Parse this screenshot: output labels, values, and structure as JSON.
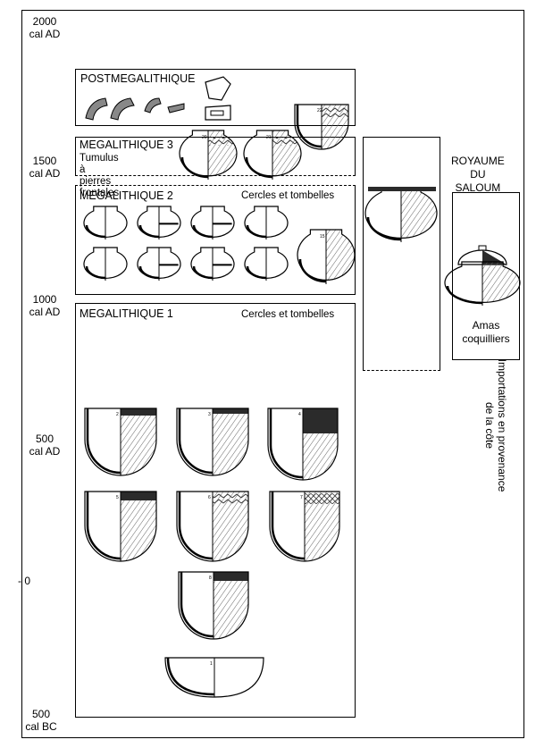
{
  "time_axis": {
    "ad2000": [
      "2000",
      "cal AD"
    ],
    "ad1500": [
      "1500",
      "cal AD"
    ],
    "ad1000": [
      "1000",
      "cal AD"
    ],
    "ad500": [
      "500",
      "cal AD"
    ],
    "zero": "- 0",
    "bc500": [
      "500",
      "cal BC"
    ]
  },
  "phases": {
    "postmegalithique": {
      "title": "POSTMEGALITHIQUE"
    },
    "megalithique3": {
      "title": "MEGALITHIQUE 3",
      "subtitle_lines": [
        "Tumulus à pierres",
        "frontales"
      ]
    },
    "megalithique2": {
      "title": "MEGALITHIQUE 2",
      "subtitle": "Cercles et tombelles"
    },
    "megalithique1": {
      "title": "MEGALITHIQUE 1",
      "subtitle": "Cercles et tombelles"
    },
    "royaume": {
      "lines": [
        "ROYAUME",
        "DU SALOUM"
      ]
    },
    "amas": {
      "lines": [
        "Amas",
        "coquilliers"
      ]
    },
    "importations": {
      "lines": [
        "Importations en provenance",
        "de la côte"
      ]
    }
  },
  "vessel_numbers": {
    "m1": [
      "1",
      "2",
      "3",
      "4",
      "5",
      "6",
      "7",
      "8"
    ],
    "m3": [
      "20",
      "21",
      "22"
    ],
    "m2_large": "15"
  },
  "colors": {
    "ink": "#000000",
    "paper": "#ffffff",
    "hatch": "#666666",
    "rim_fill": "#2b2b2b"
  }
}
